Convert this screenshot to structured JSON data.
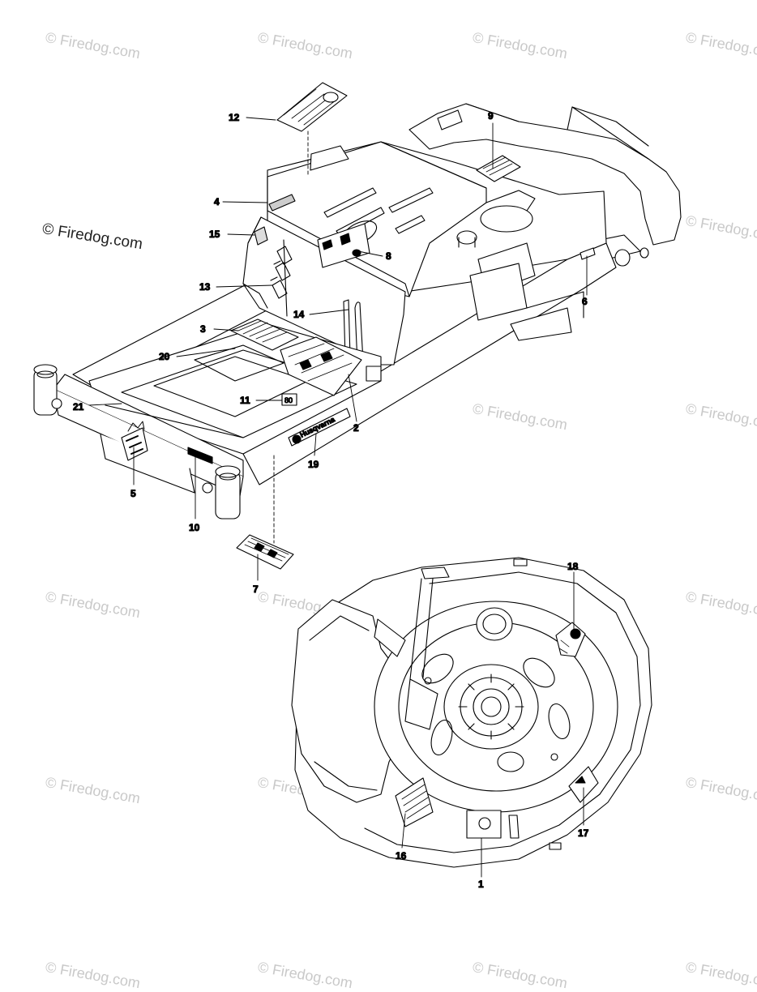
{
  "watermark": {
    "text": "© Firedog.com",
    "prominent_text": "© Firedog.com"
  },
  "decal_text": {
    "brand": "Husqvarna",
    "decal_11": "80"
  },
  "callouts": [
    {
      "id": "c1",
      "label": "1"
    },
    {
      "id": "c2",
      "label": "2"
    },
    {
      "id": "c3",
      "label": "3"
    },
    {
      "id": "c4",
      "label": "4"
    },
    {
      "id": "c5",
      "label": "5"
    },
    {
      "id": "c6",
      "label": "6"
    },
    {
      "id": "c7",
      "label": "7"
    },
    {
      "id": "c8",
      "label": "8"
    },
    {
      "id": "c9",
      "label": "9"
    },
    {
      "id": "c10",
      "label": "10"
    },
    {
      "id": "c11",
      "label": "11"
    },
    {
      "id": "c12",
      "label": "12"
    },
    {
      "id": "c13",
      "label": "13"
    },
    {
      "id": "c14",
      "label": "14"
    },
    {
      "id": "c15",
      "label": "15"
    },
    {
      "id": "c16",
      "label": "16"
    },
    {
      "id": "c17",
      "label": "17"
    },
    {
      "id": "c18",
      "label": "18"
    },
    {
      "id": "c19",
      "label": "19"
    },
    {
      "id": "c20",
      "label": "20"
    },
    {
      "id": "c21",
      "label": "21"
    }
  ]
}
